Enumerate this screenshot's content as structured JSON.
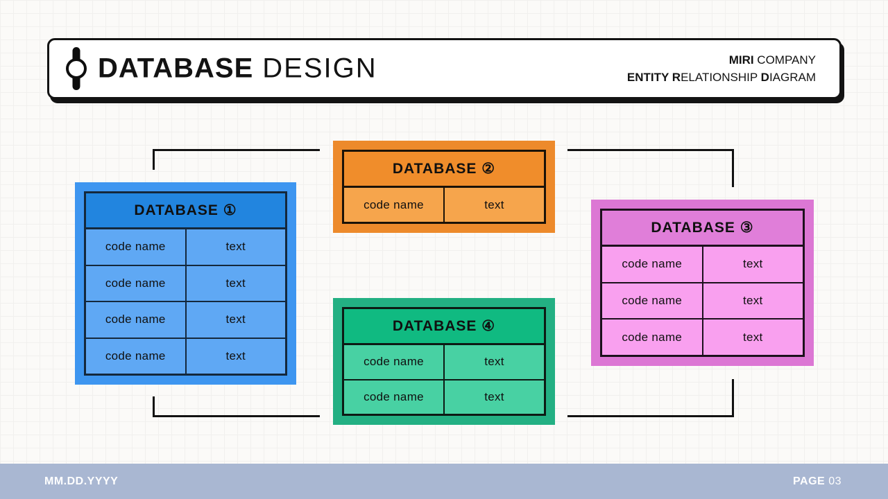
{
  "header": {
    "title": {
      "primary": "DATABASE",
      "secondary": "DESIGN"
    },
    "right": {
      "line1": [
        {
          "t": "MIRI",
          "b": true
        },
        {
          "t": " COMPANY",
          "b": false
        }
      ],
      "line2": [
        {
          "t": "ENTITY ",
          "b": true
        },
        {
          "t": "R",
          "b": true
        },
        {
          "t": "ELATIONSHIP ",
          "b": false
        },
        {
          "t": "D",
          "b": true
        },
        {
          "t": "IAGRAM",
          "b": false
        }
      ]
    },
    "icon": "commit-node-icon"
  },
  "diagram": {
    "tables": [
      {
        "name": "database-1",
        "title": "DATABASE ①",
        "rows": [
          [
            "code name",
            "text"
          ],
          [
            "code name",
            "text"
          ],
          [
            "code name",
            "text"
          ],
          [
            "code name",
            "text"
          ]
        ],
        "colors": {
          "frame": "#3E96F0",
          "header": "#2285DF",
          "row": "#5FA8F4",
          "border": "#14283C"
        }
      },
      {
        "name": "database-2",
        "title": "DATABASE ②",
        "rows": [
          [
            "code name",
            "text"
          ]
        ],
        "colors": {
          "frame": "#ED8A2B",
          "header": "#F08D2B",
          "row": "#F6A54C",
          "border": "#1A1208"
        }
      },
      {
        "name": "database-3",
        "title": "DATABASE ③",
        "rows": [
          [
            "code name",
            "text"
          ],
          [
            "code name",
            "text"
          ],
          [
            "code name",
            "text"
          ]
        ],
        "colors": {
          "frame": "#DC77D4",
          "header": "#E07ED9",
          "row": "#F9A0EF",
          "border": "#1C101C"
        }
      },
      {
        "name": "database-4",
        "title": "DATABASE ④",
        "rows": [
          [
            "code name",
            "text"
          ],
          [
            "code name",
            "text"
          ]
        ],
        "colors": {
          "frame": "#23B083",
          "header": "#10BA81",
          "row": "#48D1A3",
          "border": "#0D1A14"
        }
      }
    ],
    "connector_color": "#121212",
    "connectors": [
      "database-1 to database-2",
      "database-2 to database-3",
      "database-1 to database-4",
      "database-4 to database-3"
    ]
  },
  "footer": {
    "date": "MM.DD.YYYY",
    "page_label": "PAGE",
    "page_number": "03",
    "bg": "#A9B7D2"
  }
}
